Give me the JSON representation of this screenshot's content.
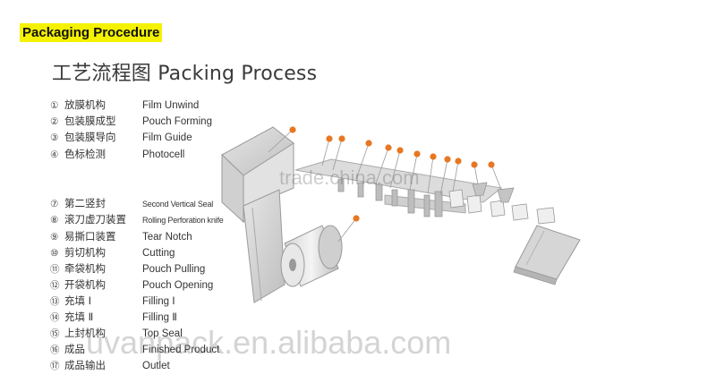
{
  "header": {
    "highlight": "Packaging Procedure"
  },
  "diagram": {
    "title": "工艺流程图 Packing Process",
    "steps": [
      {
        "num": "①",
        "zh": "放膜机构",
        "en": "Film Unwind"
      },
      {
        "num": "②",
        "zh": "包装膜成型",
        "en": "Pouch Forming"
      },
      {
        "num": "③",
        "zh": "包装膜导向",
        "en": "Film Guide"
      },
      {
        "num": "④",
        "zh": "色标检测",
        "en": "Photocell"
      },
      {
        "num": "⑦",
        "zh": "第二竖封",
        "en": "Second Vertical Seal"
      },
      {
        "num": "⑧",
        "zh": "滚刀虚刀装置",
        "en": "Rolling Perforation knife"
      },
      {
        "num": "⑨",
        "zh": "易撕口装置",
        "en": "Tear Notch"
      },
      {
        "num": "⑩",
        "zh": "剪切机构",
        "en": "Cutting"
      },
      {
        "num": "⑪",
        "zh": "牵袋机构",
        "en": "Pouch Pulling"
      },
      {
        "num": "⑫",
        "zh": "开袋机构",
        "en": "Pouch Opening"
      },
      {
        "num": "⑬",
        "zh": "充填 Ⅰ",
        "en": "Filling Ⅰ"
      },
      {
        "num": "⑭",
        "zh": "充填 Ⅱ",
        "en": "Filling Ⅱ"
      },
      {
        "num": "⑮",
        "zh": "上封机构",
        "en": "Top Seal"
      },
      {
        "num": "⑯",
        "zh": "成品",
        "en": "Finished Product"
      },
      {
        "num": "⑰",
        "zh": "成品输出",
        "en": "Outlet"
      }
    ],
    "callout_colors": {
      "marker": "#e87722",
      "line": "#9a9a9a",
      "machine": "#c9c9c9",
      "machine_dark": "#8f8f8f"
    }
  },
  "watermarks": {
    "top": "trade.china.com",
    "bottom": "uvanpack.en.alibaba.com"
  }
}
